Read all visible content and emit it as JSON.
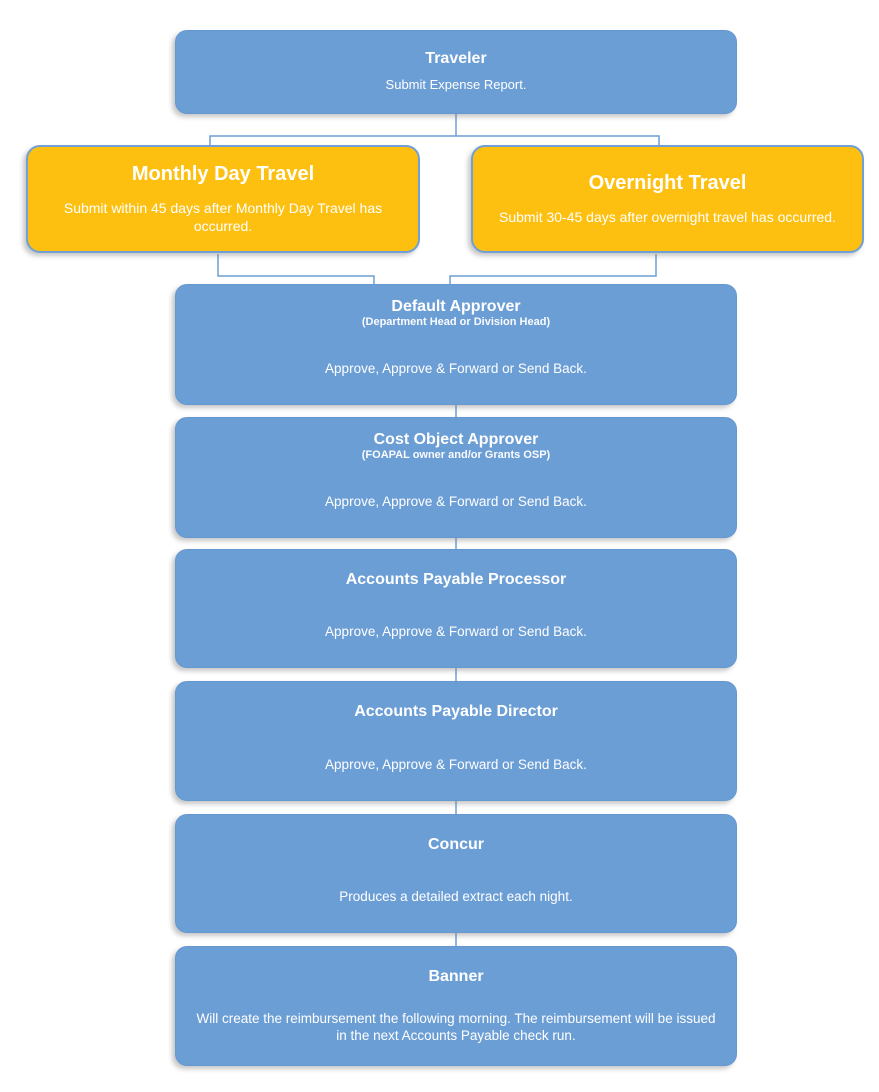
{
  "colors": {
    "node_blue": "#6C9ED6",
    "node_yellow": "#FDC011",
    "yellow_border_blue": "#6FA0D6",
    "connector": "#6F9FD4",
    "text": "#FFFFFF",
    "background": "#FFFFFF"
  },
  "boxes": {
    "traveler": {
      "title": "Traveler",
      "body": "Submit Expense Report."
    },
    "monthly_day_travel": {
      "title": "Monthly Day Travel",
      "body": "Submit within 45 days after Monthly Day Travel has occurred."
    },
    "overnight_travel": {
      "title": "Overnight Travel",
      "body": "Submit 30-45 days after overnight travel has occurred."
    },
    "default_approver": {
      "title": "Default Approver",
      "subtitle": "(Department Head or Division Head)",
      "body": "Approve, Approve & Forward or Send Back."
    },
    "cost_object_approver": {
      "title": "Cost Object Approver",
      "subtitle": "(FOAPAL owner and/or Grants OSP)",
      "body": "Approve, Approve & Forward or Send Back."
    },
    "accounts_payable_processor": {
      "title": "Accounts Payable Processor",
      "body": "Approve, Approve & Forward or Send Back."
    },
    "accounts_payable_director": {
      "title": "Accounts Payable Director",
      "body": "Approve, Approve & Forward or Send Back."
    },
    "concur": {
      "title": "Concur",
      "body": "Produces a detailed extract each night."
    },
    "banner": {
      "title": "Banner",
      "body": "Will create the reimbursement the following morning. The reimbursement will be issued in the next Accounts Payable check run."
    }
  }
}
